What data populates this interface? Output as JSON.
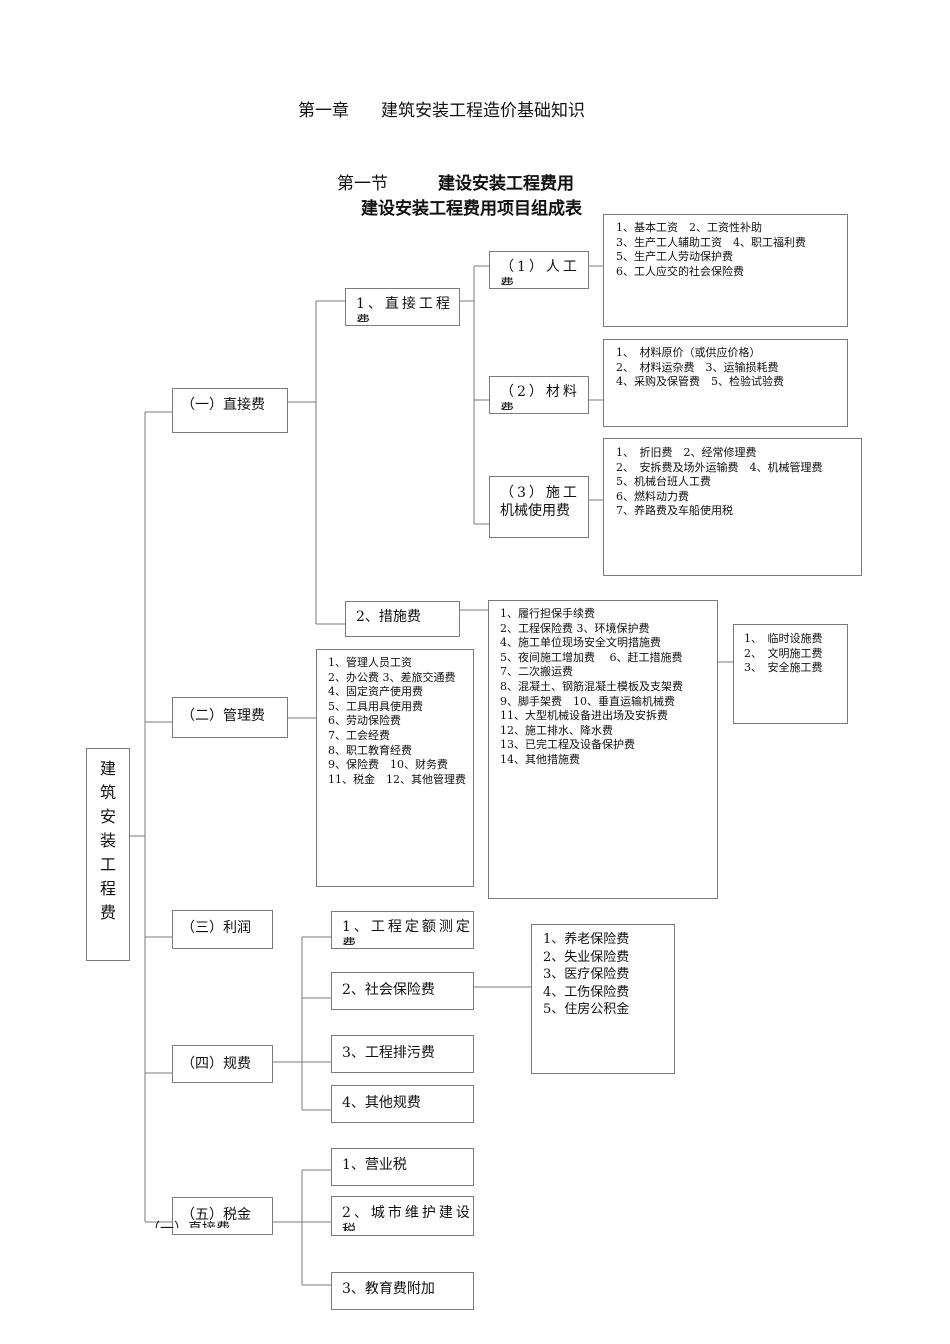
{
  "chapter": {
    "number": "第一章",
    "title": "建筑安装工程造价基础知识"
  },
  "section": {
    "number": "第一节",
    "title": "建设安装工程费用",
    "table_title": "建设安装工程费用项目组成表"
  },
  "root": {
    "label": "建筑安装工程费"
  },
  "branches": {
    "direct": {
      "label": "（一）直接费",
      "direct_engineering": {
        "label": "1、直接工程",
        "label_tail": "费",
        "labor": {
          "label": "（1）人工",
          "label_tail": "费",
          "items": [
            "1、基本工资　2、工资性补助",
            "3、生产工人辅助工资　4、职工福利费",
            "5、生产工人劳动保护费",
            "6、工人应交的社会保险费"
          ]
        },
        "material": {
          "label": "（2）材料",
          "label_tail": "费",
          "items": [
            "1、　材料原价（或供应价格）",
            "2、　材料运杂费　3、运输损耗费",
            "4、采购及保管费　5、检验试验费"
          ]
        },
        "machinery": {
          "label_line1": "（3）施工",
          "label_line2": "机械使用费",
          "items": [
            "1、　折旧费　2、经常修理费",
            "2、　安拆费及场外运输费　4、机械管理费",
            "5、机械台班人工费",
            "6、燃料动力费",
            "7、养路费及车船使用税"
          ]
        }
      },
      "measures": {
        "label": "2、措施费",
        "items": [
          "1、履行担保手续费",
          "2、工程保险费 3、环境保护费",
          "4、施工单位现场安全文明措施费",
          "5、夜间施工增加费　 6、赶工措施费",
          "7、二次搬运费",
          "8、混凝土、钢筋混凝土模板及支架费",
          "9、脚手架费　10、垂直运输机械费",
          "11、大型机械设备进出场及安拆费",
          "12、施工排水、降水费",
          "13、已完工程及设备保护费",
          "14、其他措施费"
        ],
        "sub_items": [
          "1、　临时设施费",
          "2、　文明施工费",
          "3、　安全施工费"
        ]
      }
    },
    "management": {
      "label": "（二）管理费",
      "items": [
        "1、管理人员工资",
        "2、办公费 3、差旅交通费",
        "4、固定资产使用费",
        "5、工具用具使用费",
        "6、劳动保险费",
        "7、工会经费",
        "8、职工教育经费",
        "9、保险费　10、财务费",
        "11、税金　12、其他管理费"
      ]
    },
    "profit": {
      "label": "（三）利润"
    },
    "fees": {
      "label": "（四）规费",
      "children": [
        {
          "label": "1、工程定额测定",
          "label_tail": "费"
        },
        {
          "label": "2、社会保险费"
        },
        {
          "label": "3、工程排污费"
        },
        {
          "label": "4、其他规费"
        }
      ],
      "insurance_items": [
        "1、养老保险费",
        "2、失业保险费",
        "3、医疗保险费",
        "4、工伤保险费",
        "5、住房公积金"
      ]
    },
    "tax": {
      "label": "（五）税金",
      "children": [
        {
          "label": "1、营业税"
        },
        {
          "label": "2、城市维护建设",
          "label_tail": "税"
        },
        {
          "label": "3、教育费附加"
        }
      ]
    }
  },
  "overlap_text": "（一）直接费"
}
